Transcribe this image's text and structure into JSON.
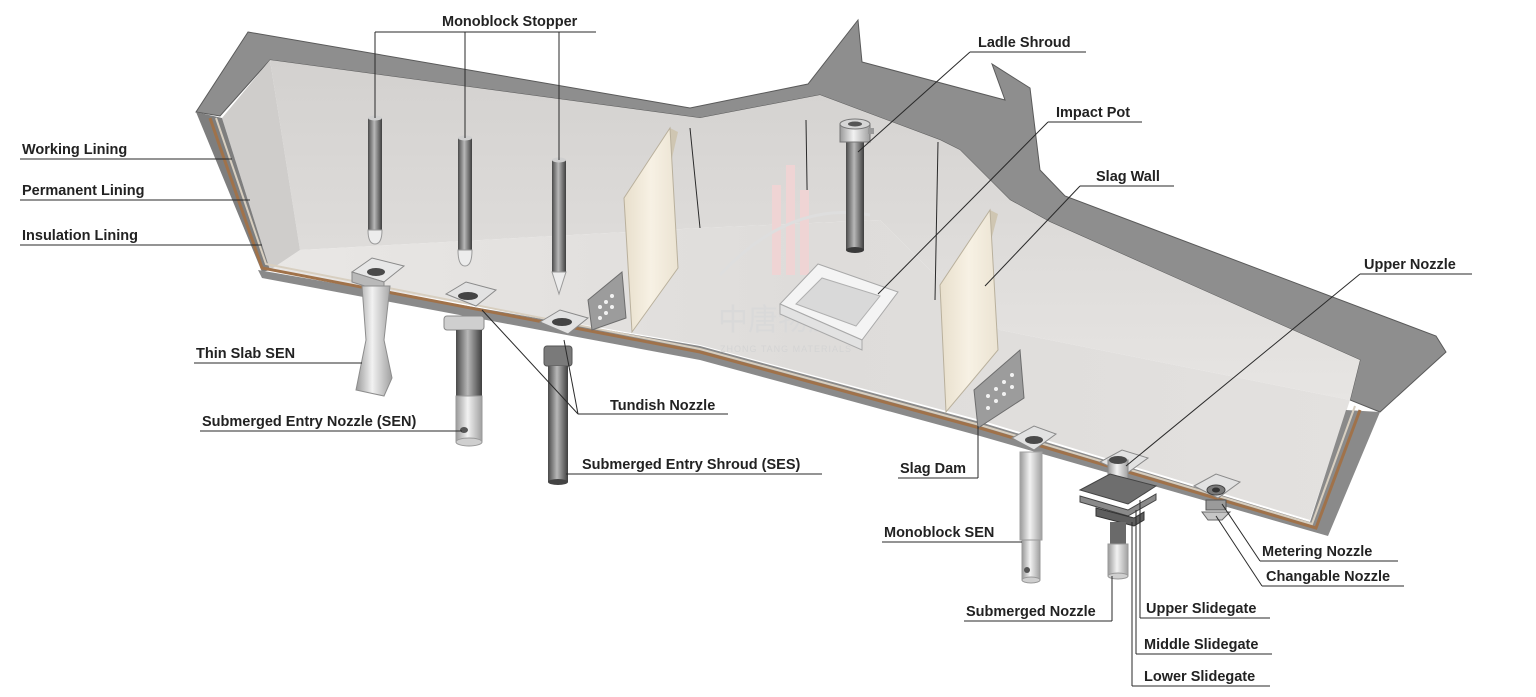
{
  "labels": {
    "monoblock_stopper": "Monoblock Stopper",
    "ladle_shroud": "Ladle Shroud",
    "impact_pot": "Impact Pot",
    "slag_wall": "Slag Wall",
    "upper_nozzle": "Upper Nozzle",
    "working_lining": "Working Lining",
    "permanent_lining": "Permanent Lining",
    "insulation_lining": "Insulation Lining",
    "thin_slab_sen": "Thin Slab SEN",
    "sen": "Submerged Entry Nozzle (SEN)",
    "tundish_nozzle": "Tundish Nozzle",
    "ses": "Submerged Entry Shroud (SES)",
    "slag_dam": "Slag Dam",
    "monoblock_sen": "Monoblock SEN",
    "submerged_nozzle": "Submerged Nozzle",
    "upper_slidegate": "Upper Slidegate",
    "middle_slidegate": "Middle Slidegate",
    "lower_slidegate": "Lower Slidegate",
    "metering_nozzle": "Metering Nozzle",
    "changable_nozzle": "Changable Nozzle"
  },
  "watermark": {
    "chinese": "中唐物產",
    "english": "ZHONG TANG MATERIALS"
  },
  "colors": {
    "shell": "#8e8e8e",
    "shell_dark": "#6f6f6f",
    "inner_wall": "#dcdad8",
    "floor": "#e6e4e2",
    "insulation": "#a0724a",
    "refractory_board": "#f3ecdc",
    "metal": "#8a8a8a",
    "leader_line": "#2a2a2a"
  }
}
